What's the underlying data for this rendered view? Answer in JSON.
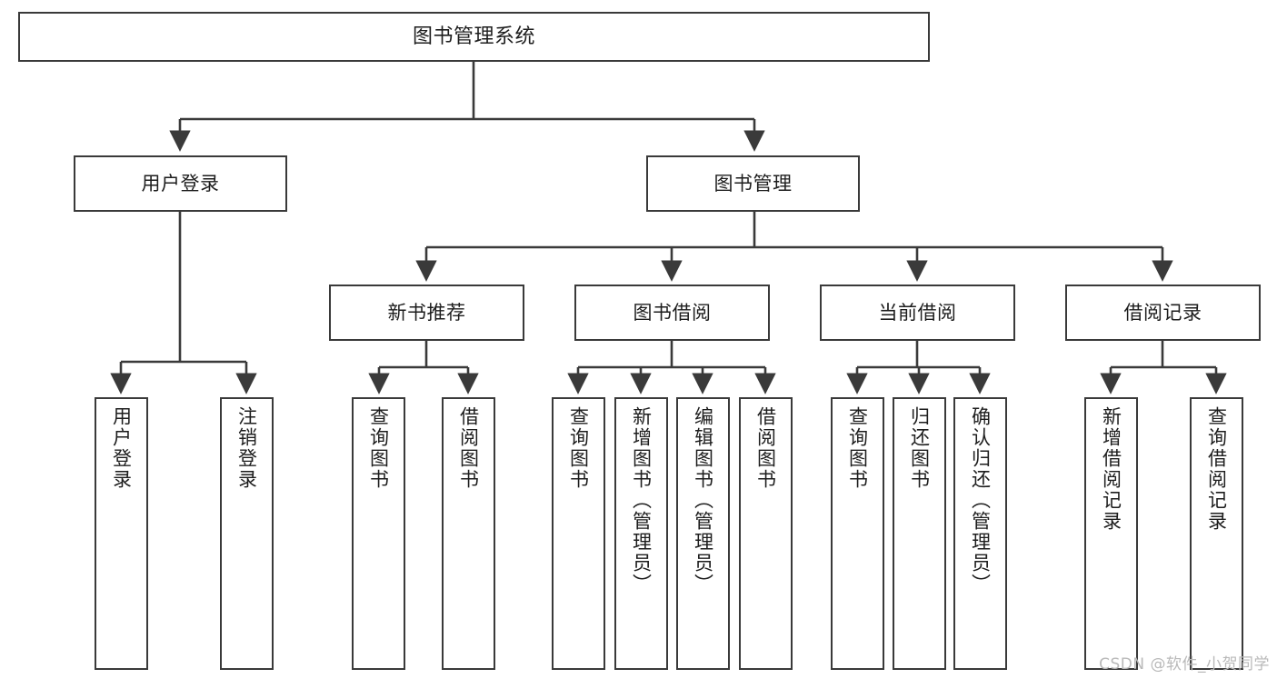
{
  "diagram": {
    "title": "图书管理系统",
    "watermark": "CSDN @软件_小贺同学",
    "colors": {
      "box_border": "#3a3a3a",
      "box_fill": "#ffffff",
      "edge": "#3a3a3a",
      "text": "#1d1d1d",
      "watermark": "#b9b9b9",
      "background": "#ffffff"
    },
    "nodes": {
      "root": {
        "label": "图书管理系统"
      },
      "level2": [
        {
          "label": "用户登录"
        },
        {
          "label": "图书管理"
        }
      ],
      "level3": [
        {
          "label": "新书推荐"
        },
        {
          "label": "图书借阅"
        },
        {
          "label": "当前借阅"
        },
        {
          "label": "借阅记录"
        }
      ],
      "leaves": {
        "user_login": [
          {
            "label": "用户登录"
          },
          {
            "label": "注销登录"
          }
        ],
        "new_book_recommend": [
          {
            "label": "查询图书"
          },
          {
            "label": "借阅图书"
          }
        ],
        "book_borrow": [
          {
            "label": "查询图书"
          },
          {
            "label": "新增图书（管理员）"
          },
          {
            "label": "编辑图书（管理员）"
          },
          {
            "label": "借阅图书"
          }
        ],
        "current_borrow": [
          {
            "label": "查询图书"
          },
          {
            "label": "归还图书"
          },
          {
            "label": "确认归还（管理员）"
          }
        ],
        "borrow_record": [
          {
            "label": "新增借阅记录"
          },
          {
            "label": "查询借阅记录"
          }
        ]
      }
    }
  }
}
